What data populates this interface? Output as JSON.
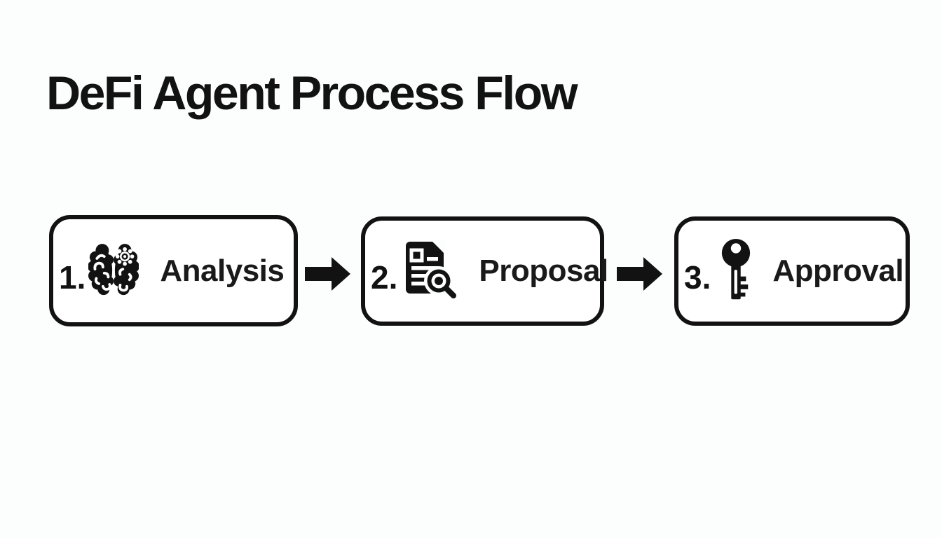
{
  "title": "DeFi Agent Process Flow",
  "colors": {
    "background": "#fcfdfd",
    "ink": "#121212",
    "box_fill": "#ffffff"
  },
  "steps": [
    {
      "number": "1.",
      "label": "Analysis",
      "icon": "brain-icon"
    },
    {
      "number": "2.",
      "label": "Proposal",
      "icon": "document-search-icon"
    },
    {
      "number": "3.",
      "label": "Approval",
      "icon": "key-icon"
    }
  ],
  "connectors": [
    {
      "icon": "arrow-right-icon"
    },
    {
      "icon": "arrow-right-icon"
    }
  ]
}
